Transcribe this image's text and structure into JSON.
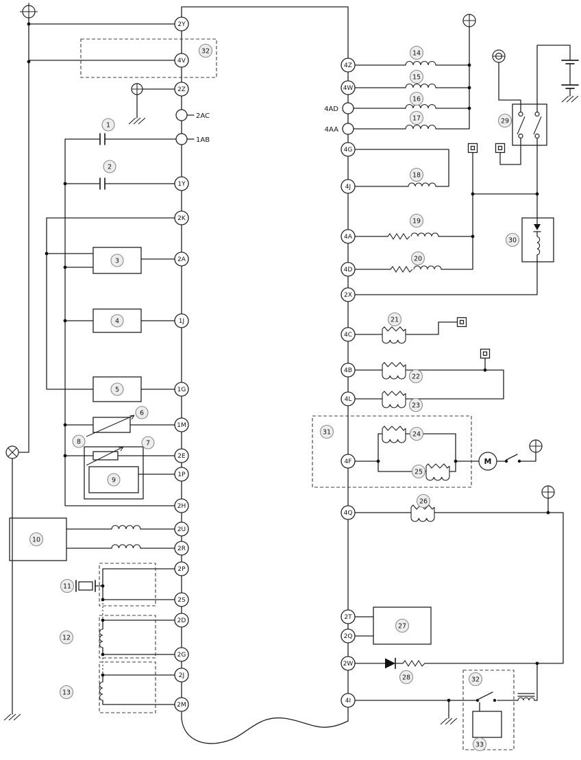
{
  "terminals": {
    "left": [
      "2Y",
      "4V",
      "2Z",
      "2AC",
      "1AB",
      "1Y",
      "2K",
      "2A",
      "1J",
      "1G",
      "1M",
      "2E",
      "1P",
      "2H",
      "2U",
      "2R",
      "2P",
      "2S",
      "2D",
      "2G",
      "2J",
      "2M"
    ],
    "right": [
      "4Z",
      "4W",
      "4AD",
      "4AA",
      "4G",
      "4J",
      "4A",
      "4D",
      "2X",
      "4C",
      "4B",
      "4L",
      "4F",
      "4Q",
      "2T",
      "2Q",
      "2W",
      "4I"
    ]
  },
  "components": {
    "c1": "1",
    "c2": "2",
    "c3": "3",
    "c4": "4",
    "c5": "5",
    "c6": "6",
    "c7": "7",
    "c8": "8",
    "c9": "9",
    "c10": "10",
    "c11": "11",
    "c12": "12",
    "c13": "13",
    "c14": "14",
    "c15": "15",
    "c16": "16",
    "c17": "17",
    "c18": "18",
    "c19": "19",
    "c20": "20",
    "c21": "21",
    "c22": "22",
    "c23": "23",
    "c24": "24",
    "c25": "25",
    "c26": "26",
    "c27": "27",
    "c28": "28",
    "c29": "29",
    "c30": "30",
    "c31": "31",
    "c32": "32",
    "c33": "33"
  },
  "motor_label": "M"
}
